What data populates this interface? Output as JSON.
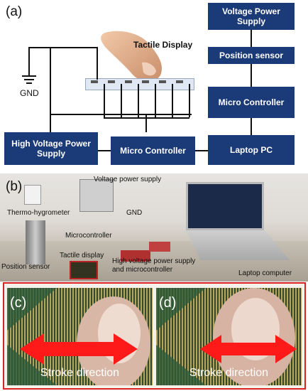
{
  "panel_a": {
    "label": "(a)",
    "tactile_display_label": "Tactile Display",
    "gnd_label": "GND",
    "boxes": {
      "voltage_power_supply": "Voltage Power Supply",
      "position_sensor": "Position sensor",
      "micro_controller_right": "Micro Controller",
      "laptop_pc": "Laptop PC",
      "micro_controller_bottom": "Micro Controller",
      "high_voltage_power_supply": "High Voltage Power Supply"
    },
    "colors": {
      "box_fill": "#1b3a78",
      "box_text": "#ffffff"
    }
  },
  "panel_b": {
    "label": "(b)",
    "annotations": {
      "voltage_power_supply": "Voltage power supply",
      "thermo_hygrometer": "Thermo-hygrometer",
      "gnd": "GND",
      "microcontroller": "Microcontroller",
      "tactile_display": "Tactile display",
      "position_sensor": "Position sensor",
      "hv_power_supply_line1": "High voltage power supply",
      "hv_power_supply_line2": "and microcontroller",
      "laptop_computer": "Laptop computer"
    }
  },
  "panel_cd": {
    "border_color": "#dd2222",
    "arrow_color": "#ff1a1a",
    "c": {
      "label": "(c)",
      "caption": "Stroke direction"
    },
    "d": {
      "label": "(d)",
      "caption": "Stroke direction"
    }
  }
}
